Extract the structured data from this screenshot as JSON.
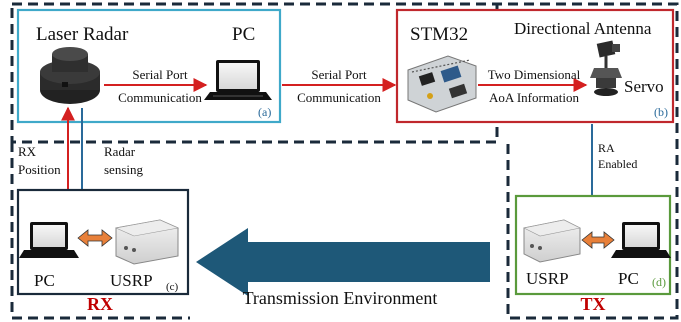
{
  "boxes": {
    "a": {
      "title_left": "Laser Radar",
      "title_right": "PC",
      "arrow_label_line1": "Serial Port",
      "arrow_label_line2": "Communication",
      "tag": "(a)"
    },
    "b": {
      "title_left": "STM32",
      "title_right": "Directional Antenna",
      "arrow_label_line1": "Two Dimensional",
      "arrow_label_line2": "AoA Information",
      "servo_label": "Servo",
      "tag": "(b)"
    },
    "c": {
      "pc_label": "PC",
      "usrp_label": "USRP",
      "tag": "(c)"
    },
    "d": {
      "usrp_label": "USRP",
      "pc_label": "PC",
      "tag": "(d)"
    }
  },
  "links": {
    "pc_to_stm32_line1": "Serial Port",
    "pc_to_stm32_line2": "Communication",
    "rx_position_line1": "RX",
    "rx_position_line2": "Position",
    "radar_sensing_line1": "Radar",
    "radar_sensing_line2": "sensing",
    "ra_enabled_line1": "RA",
    "ra_enabled_line2": "Enabled"
  },
  "regions": {
    "rx_label": "RX",
    "tx_label": "TX",
    "transmission_label": "Transmission Environment"
  },
  "colors": {
    "box_a_border": "#3fa9c9",
    "box_b_border": "#c0282d",
    "box_d_border": "#5a9a3c",
    "box_c_border": "#1a2a3a",
    "red_arrow": "#d42020",
    "blue_arrow": "#2a6a9a",
    "bidir_arrow": "#e8803a",
    "big_arrow": "#1e5878",
    "region_label": "#c00000",
    "tag_text": "#2a6a9a"
  }
}
